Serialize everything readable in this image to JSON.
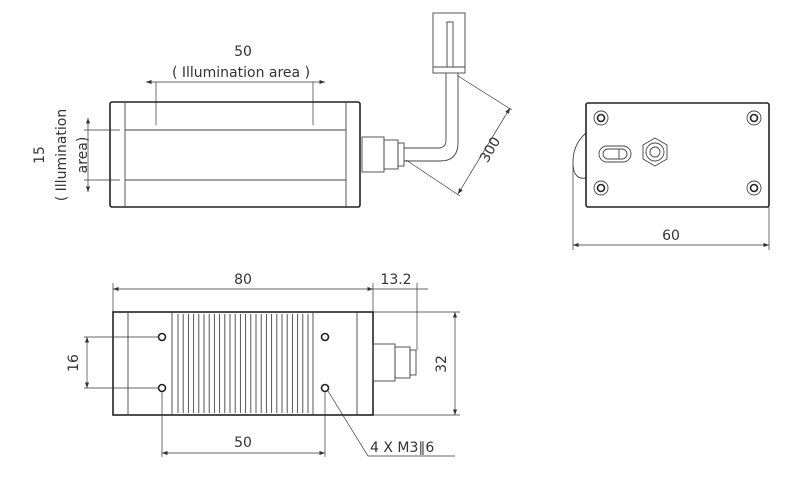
{
  "top_view": {
    "illum_length": "50",
    "illum_length_label": "( Illumination area )",
    "illum_width": "15",
    "illum_width_label_1": "( Illumination",
    "illum_width_label_2": "area)",
    "cable_length": "300"
  },
  "end_view": {
    "width": "60"
  },
  "bottom_view": {
    "length": "80",
    "gland_length": "13.2",
    "height": "32",
    "hole_spacing_v": "16",
    "hole_spacing_h": "50",
    "hole_callout": "4 X M3∥6"
  }
}
